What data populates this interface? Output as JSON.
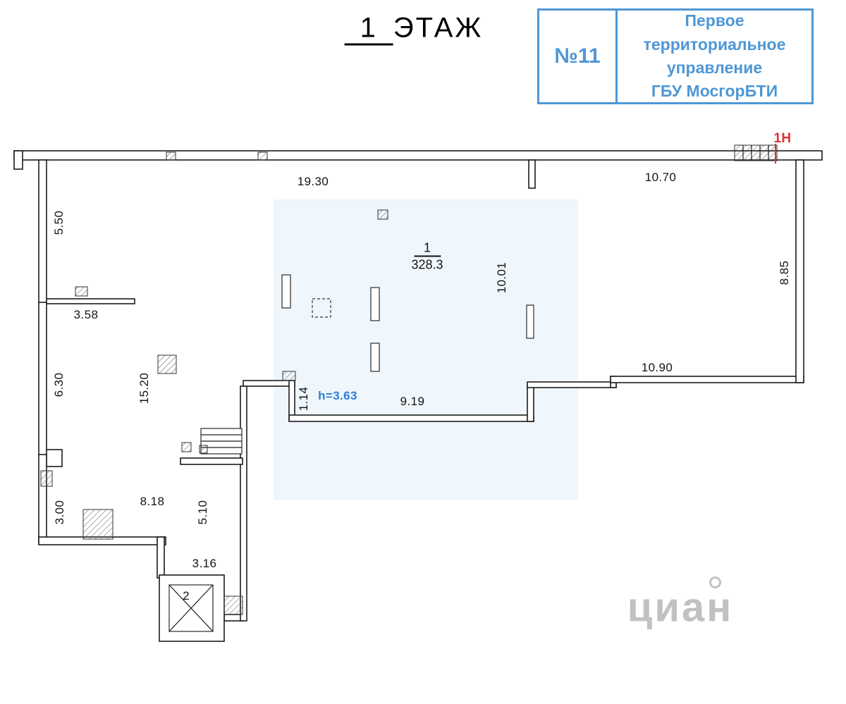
{
  "title": {
    "number": "1",
    "word": "ЭТАЖ"
  },
  "stamp": {
    "number": "№11",
    "line1": "Первое территориальное",
    "line2": "управление",
    "line3": "ГБУ МосгорБТИ",
    "color": "#3f8fd2"
  },
  "unit_label": "1Н",
  "room": {
    "number": "1",
    "area": "328.3",
    "height_label": "h=3.63"
  },
  "elevator": {
    "number": "2"
  },
  "dimensions": {
    "top_left": "19.30",
    "top_right": "10.70",
    "left_upper": "5.50",
    "partition": "3.58",
    "left_mid": "6.30",
    "interior_left": "15.20",
    "right_side": "8.85",
    "interior_right": "10.01",
    "bottom_right": "10.90",
    "bottom_mid": "9.19",
    "jog": "1.14",
    "left_lower": "3.00",
    "bottom_left": "8.18",
    "lower_mid": "5.10",
    "elevator_width": "3.16"
  },
  "watermark": "циан",
  "colors": {
    "stamp_blue": "#3f8fd2",
    "height_blue": "#2b7fd4",
    "unit_red": "#e03131",
    "wall": "#1c1c1c",
    "highlight": "#dcebf8",
    "watermark_gray": "#8f8f8f"
  }
}
